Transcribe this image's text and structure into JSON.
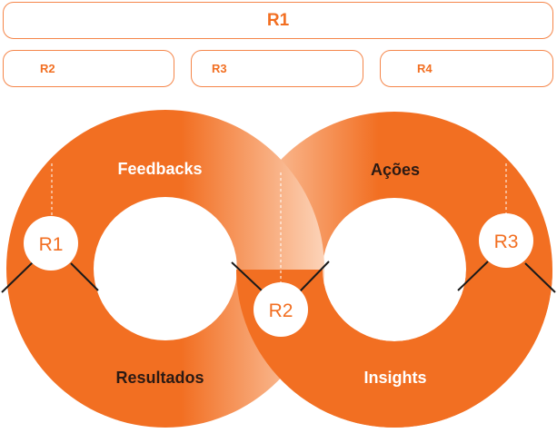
{
  "header": {
    "title": "R1"
  },
  "boxes": [
    {
      "label": "R2"
    },
    {
      "label": "R3"
    },
    {
      "label": "R4"
    }
  ],
  "loop_labels": {
    "feedbacks": "Feedbacks",
    "acoes": "Ações",
    "resultados": "Resultados",
    "insights": "Insights"
  },
  "badges": {
    "left": "R1",
    "middle": "R2",
    "right": "R3"
  },
  "colors": {
    "primary": "#f26f22",
    "light": "#fcd3b8",
    "text_dark": "#2b1a14",
    "text_light": "#ffffff"
  }
}
